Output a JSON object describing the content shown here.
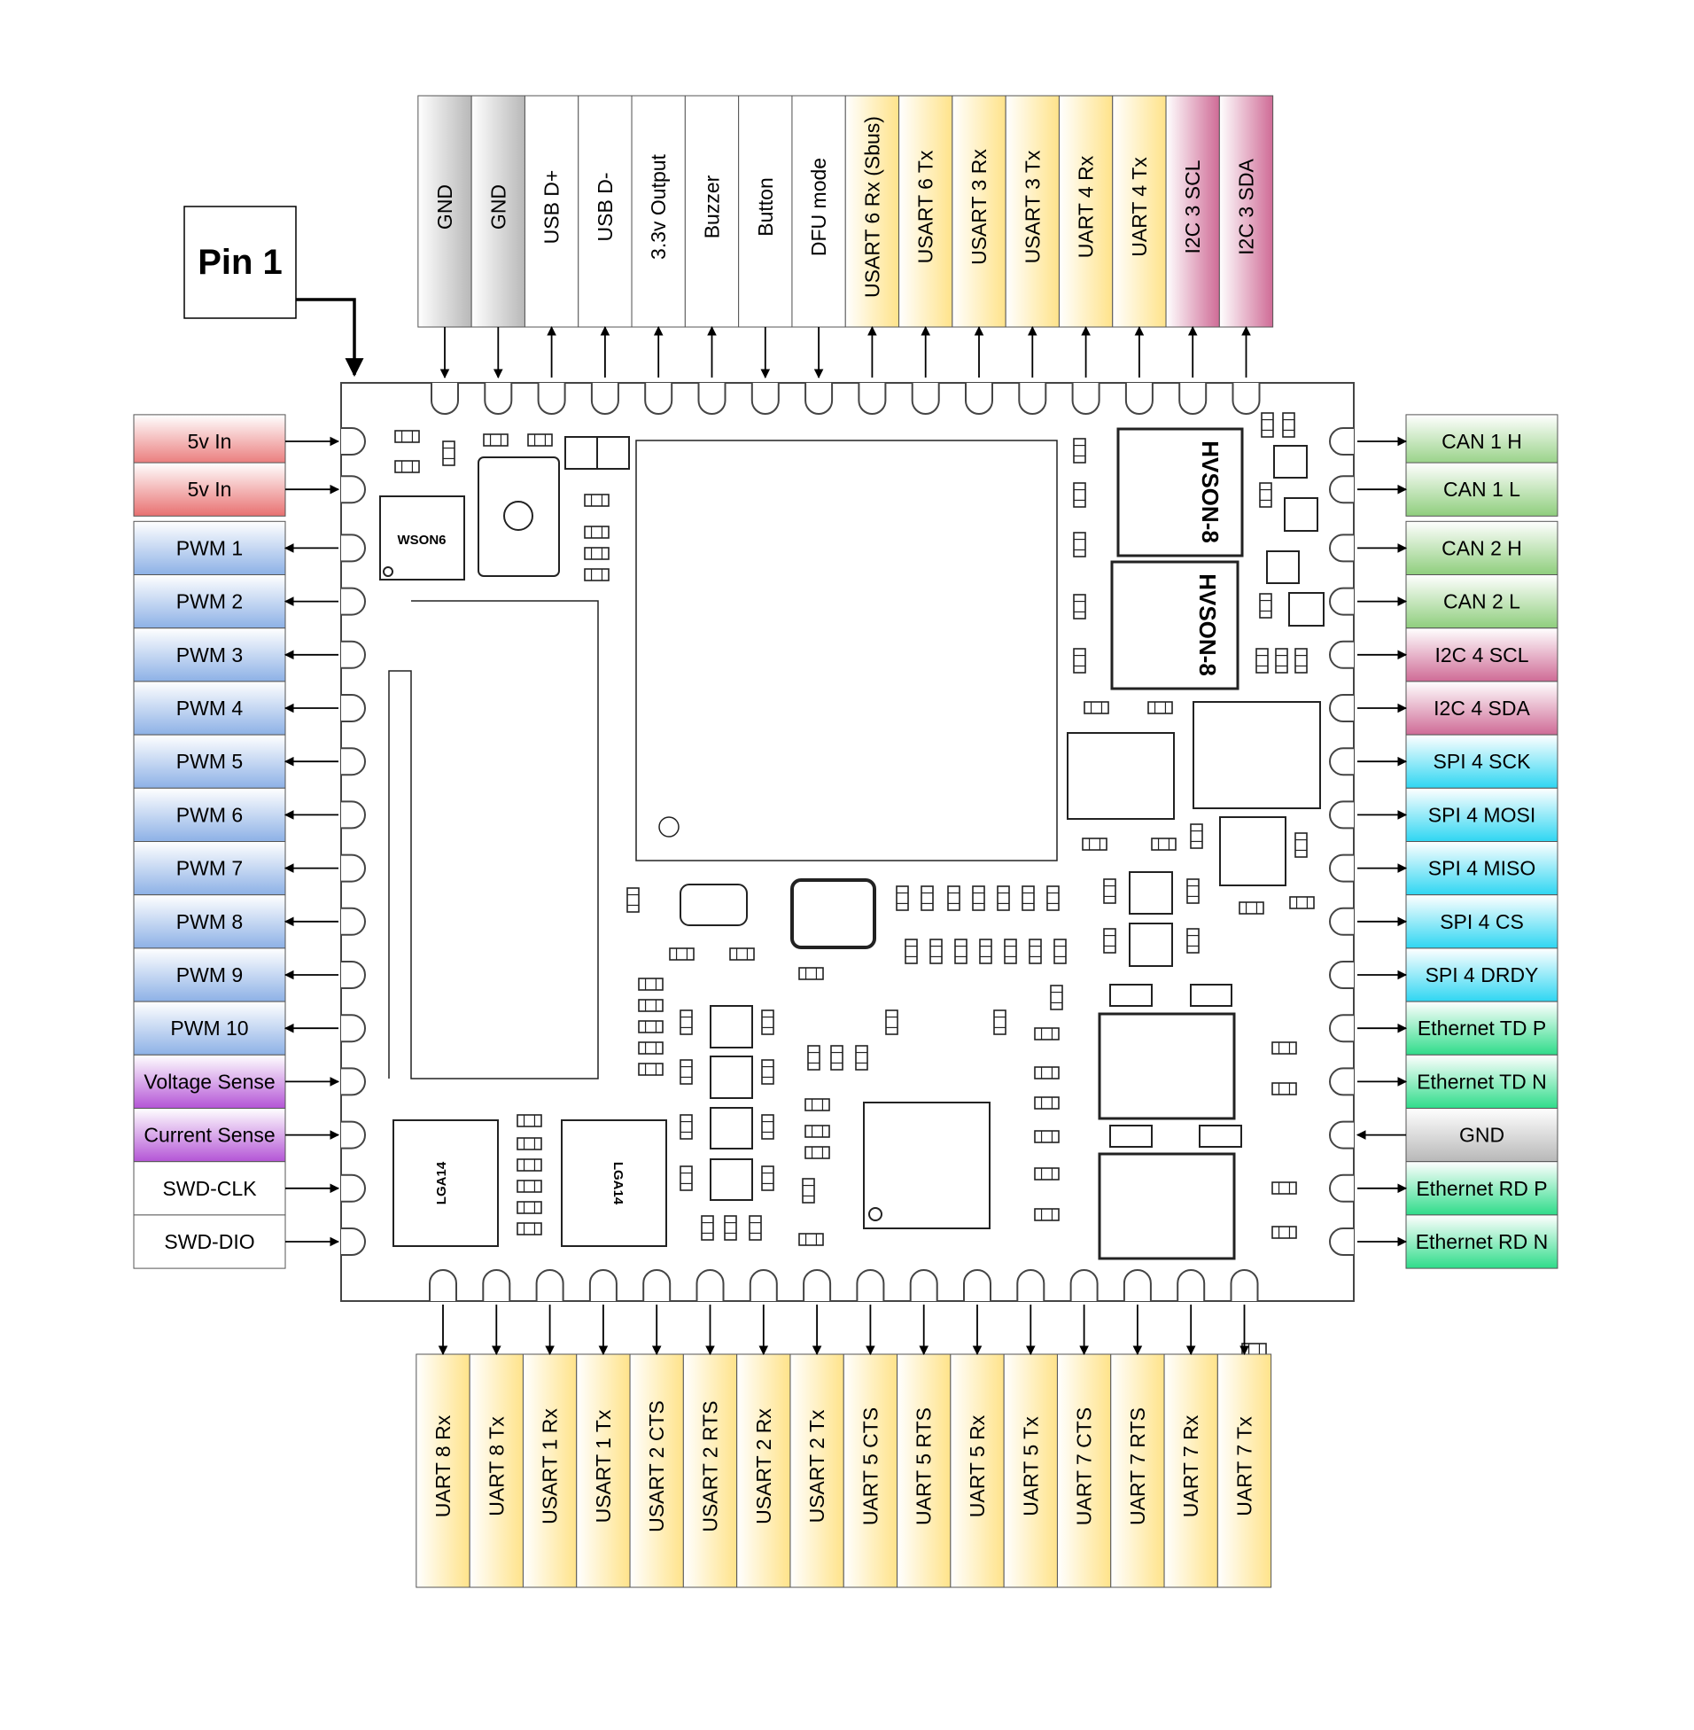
{
  "pin1_label": "Pin 1",
  "colors": {
    "ground": "#b8b8b8",
    "usb_misc": "#ffffff",
    "uart": "#ffe38a",
    "i2c": "#cf6b96",
    "power": "#e87070",
    "pwm": "#8db1e6",
    "sense": "#b455d6",
    "swd": "#ffffff",
    "can": "#8fce7d",
    "spi": "#2fd6f2",
    "ethernet": "#2fdc8a"
  },
  "top_pins": [
    {
      "label": "GND",
      "group": "ground",
      "direction": "in"
    },
    {
      "label": "GND",
      "group": "ground",
      "direction": "in"
    },
    {
      "label": "USB D+",
      "group": "usb_misc",
      "direction": "out"
    },
    {
      "label": "USB D-",
      "group": "usb_misc",
      "direction": "out"
    },
    {
      "label": "3.3v Output",
      "group": "usb_misc",
      "direction": "out"
    },
    {
      "label": "Buzzer",
      "group": "usb_misc",
      "direction": "out"
    },
    {
      "label": "Button",
      "group": "usb_misc",
      "direction": "in"
    },
    {
      "label": "DFU mode",
      "group": "usb_misc",
      "direction": "in"
    },
    {
      "label": "USART 6 Rx (Sbus)",
      "group": "uart",
      "direction": "out"
    },
    {
      "label": "USART 6 Tx",
      "group": "uart",
      "direction": "out"
    },
    {
      "label": "USART 3 Rx",
      "group": "uart",
      "direction": "out"
    },
    {
      "label": "USART 3 Tx",
      "group": "uart",
      "direction": "out"
    },
    {
      "label": "UART 4 Rx",
      "group": "uart",
      "direction": "out"
    },
    {
      "label": "UART 4 Tx",
      "group": "uart",
      "direction": "out"
    },
    {
      "label": "I2C 3 SCL",
      "group": "i2c",
      "direction": "out"
    },
    {
      "label": "I2C 3 SDA",
      "group": "i2c",
      "direction": "out"
    }
  ],
  "left_pins": [
    {
      "label": "5v In",
      "group": "power",
      "direction": "in"
    },
    {
      "label": "5v In",
      "group": "power",
      "direction": "in"
    },
    {
      "label": "PWM 1",
      "group": "pwm",
      "direction": "out"
    },
    {
      "label": "PWM 2",
      "group": "pwm",
      "direction": "out"
    },
    {
      "label": "PWM 3",
      "group": "pwm",
      "direction": "out"
    },
    {
      "label": "PWM 4",
      "group": "pwm",
      "direction": "out"
    },
    {
      "label": "PWM 5",
      "group": "pwm",
      "direction": "out"
    },
    {
      "label": "PWM 6",
      "group": "pwm",
      "direction": "out"
    },
    {
      "label": "PWM 7",
      "group": "pwm",
      "direction": "out"
    },
    {
      "label": "PWM 8",
      "group": "pwm",
      "direction": "out"
    },
    {
      "label": "PWM 9",
      "group": "pwm",
      "direction": "out"
    },
    {
      "label": "PWM 10",
      "group": "pwm",
      "direction": "out"
    },
    {
      "label": "Voltage Sense",
      "group": "sense",
      "direction": "in"
    },
    {
      "label": "Current Sense",
      "group": "sense",
      "direction": "in"
    },
    {
      "label": "SWD-CLK",
      "group": "swd",
      "direction": "in"
    },
    {
      "label": "SWD-DIO",
      "group": "swd",
      "direction": "in"
    }
  ],
  "right_pins": [
    {
      "label": "CAN 1 H",
      "group": "can",
      "direction": "out"
    },
    {
      "label": "CAN 1 L",
      "group": "can",
      "direction": "out"
    },
    {
      "label": "CAN 2 H",
      "group": "can",
      "direction": "out"
    },
    {
      "label": "CAN 2 L",
      "group": "can",
      "direction": "out"
    },
    {
      "label": "I2C 4 SCL",
      "group": "i2c",
      "direction": "out"
    },
    {
      "label": "I2C 4 SDA",
      "group": "i2c",
      "direction": "out"
    },
    {
      "label": "SPI 4 SCK",
      "group": "spi",
      "direction": "out"
    },
    {
      "label": "SPI 4 MOSI",
      "group": "spi",
      "direction": "out"
    },
    {
      "label": "SPI 4 MISO",
      "group": "spi",
      "direction": "out"
    },
    {
      "label": "SPI 4 CS",
      "group": "spi",
      "direction": "out"
    },
    {
      "label": "SPI 4 DRDY",
      "group": "spi",
      "direction": "out"
    },
    {
      "label": "Ethernet TD P",
      "group": "ethernet",
      "direction": "out"
    },
    {
      "label": "Ethernet TD N",
      "group": "ethernet",
      "direction": "out"
    },
    {
      "label": "GND",
      "group": "ground",
      "direction": "in"
    },
    {
      "label": "Ethernet RD P",
      "group": "ethernet",
      "direction": "out"
    },
    {
      "label": "Ethernet RD N",
      "group": "ethernet",
      "direction": "out"
    }
  ],
  "bottom_pins": [
    {
      "label": "UART 8 Rx",
      "group": "uart",
      "direction": "out"
    },
    {
      "label": "UART 8 Tx",
      "group": "uart",
      "direction": "out"
    },
    {
      "label": "USART 1 Rx",
      "group": "uart",
      "direction": "out"
    },
    {
      "label": "USART 1 Tx",
      "group": "uart",
      "direction": "out"
    },
    {
      "label": "USART 2 CTS",
      "group": "uart",
      "direction": "out"
    },
    {
      "label": "USART 2 RTS",
      "group": "uart",
      "direction": "out"
    },
    {
      "label": "USART 2 Rx",
      "group": "uart",
      "direction": "out"
    },
    {
      "label": "USART 2 Tx",
      "group": "uart",
      "direction": "out"
    },
    {
      "label": "UART 5 CTS",
      "group": "uart",
      "direction": "out"
    },
    {
      "label": "UART 5 RTS",
      "group": "uart",
      "direction": "out"
    },
    {
      "label": "UART 5 Rx",
      "group": "uart",
      "direction": "out"
    },
    {
      "label": "UART 5 Tx",
      "group": "uart",
      "direction": "out"
    },
    {
      "label": "UART 7 CTS",
      "group": "uart",
      "direction": "out"
    },
    {
      "label": "UART 7 RTS",
      "group": "uart",
      "direction": "out"
    },
    {
      "label": "UART 7 Rx",
      "group": "uart",
      "direction": "out"
    },
    {
      "label": "UART 7 Tx",
      "group": "uart",
      "direction": "out"
    }
  ],
  "chip_labels": {
    "wson": "WSON6",
    "hvson_a": "HVSON-8",
    "hvson_b": "HVSON-8",
    "lga_a": "LGA14",
    "lga_b": "LGA14"
  }
}
